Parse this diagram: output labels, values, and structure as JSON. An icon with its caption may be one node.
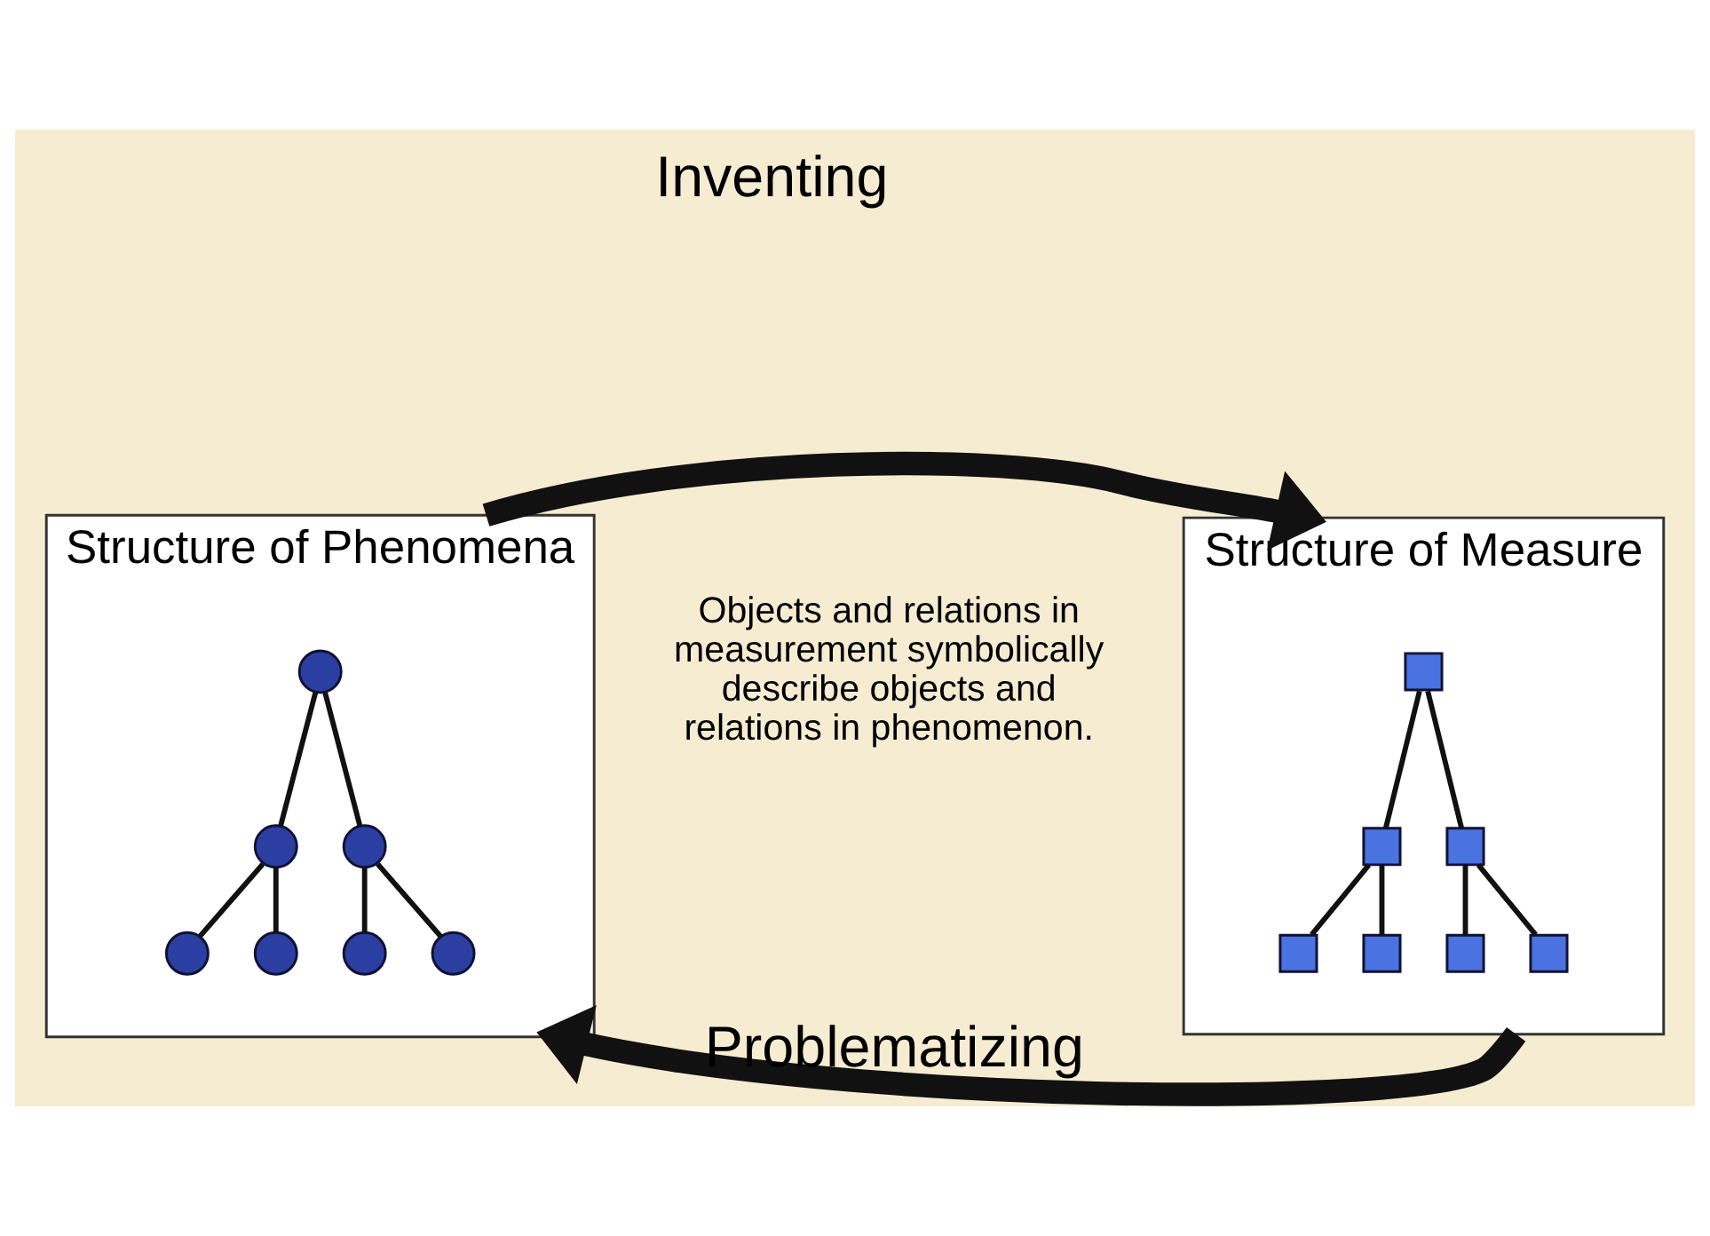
{
  "diagram": {
    "nodes": [
      {
        "text": [
          "Structure of Phenomena"
        ]
      },
      {
        "text": [],
        "shape": "circle",
        "in": 0
      },
      {
        "text": [],
        "shape": "circle",
        "in": 0
      },
      {
        "text": [],
        "shape": "circle",
        "in": 0
      },
      {
        "text": [],
        "shape": "circle",
        "in": 0
      },
      {
        "text": [],
        "shape": "circle",
        "in": 0
      },
      {
        "text": [],
        "shape": "circle",
        "in": 0
      },
      {
        "text": [],
        "shape": "circle",
        "in": 0
      },
      {
        "text": [
          "Structure of Measure"
        ]
      },
      {
        "text": [],
        "shape": "box",
        "in": 8
      },
      {
        "text": [],
        "shape": "box",
        "in": 8
      },
      {
        "text": [],
        "shape": "box",
        "in": 8
      },
      {
        "text": [],
        "shape": "box",
        "in": 8
      },
      {
        "text": [],
        "shape": "box",
        "in": 8
      },
      {
        "text": [],
        "shape": "box",
        "in": 8
      },
      {
        "text": [],
        "shape": "box",
        "in": 8
      }
    ],
    "edges": [
      {
        "from": 1,
        "to": 2,
        "arrow": "none"
      },
      {
        "from": 1,
        "to": 3,
        "arrow": "none"
      },
      {
        "from": 2,
        "to": 4,
        "arrow": "none"
      },
      {
        "from": 2,
        "to": 5,
        "arrow": "none"
      },
      {
        "from": 3,
        "to": 6,
        "arrow": "none"
      },
      {
        "from": 3,
        "to": 7,
        "arrow": "none"
      },
      {
        "from": 9,
        "to": 10,
        "arrow": "none"
      },
      {
        "from": 9,
        "to": 11,
        "arrow": "none"
      },
      {
        "from": 10,
        "to": 12,
        "arrow": "none"
      },
      {
        "from": 10,
        "to": 13,
        "arrow": "none"
      },
      {
        "from": 11,
        "to": 14,
        "arrow": "none"
      },
      {
        "from": 11,
        "to": 15,
        "arrow": "none"
      },
      {
        "from": 0,
        "to": 8,
        "arrow": "to",
        "label": "Inventing",
        "style": "thick"
      },
      {
        "from": 8,
        "to": 0,
        "arrow": "to",
        "label": "Problematizing",
        "style": "thick"
      }
    ],
    "labels": [
      "Objects and relations in measurement symbolically describe objects and relations in phenomenon."
    ]
  }
}
